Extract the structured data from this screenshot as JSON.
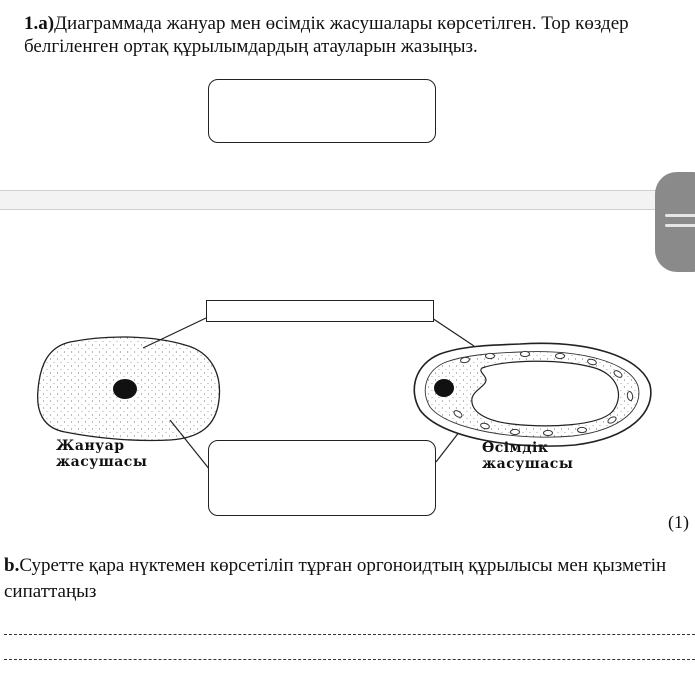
{
  "question_a": {
    "number": "1.a)",
    "line1": "Диаграммада жануар мен өсімдік жасушалары көрсетілген. Тор көздер",
    "line2": "белгіленген ортақ құрылымдардың  атауларын  жазыңыз."
  },
  "diagram": {
    "animal_label_line1": "Жануар",
    "animal_label_line2": "жасушасы",
    "plant_label_line1": "Өсімдік",
    "plant_label_line2": "жасушасы"
  },
  "marks": "(1)",
  "question_b": {
    "number": "b.",
    "text": "Суретте қара нүктемен көрсетіліп тұрған оргоноидтың құрылысы мен қызметін сипаттаңыз"
  },
  "colors": {
    "scroll_handle": "#8a8a8a",
    "ink": "#111111"
  }
}
